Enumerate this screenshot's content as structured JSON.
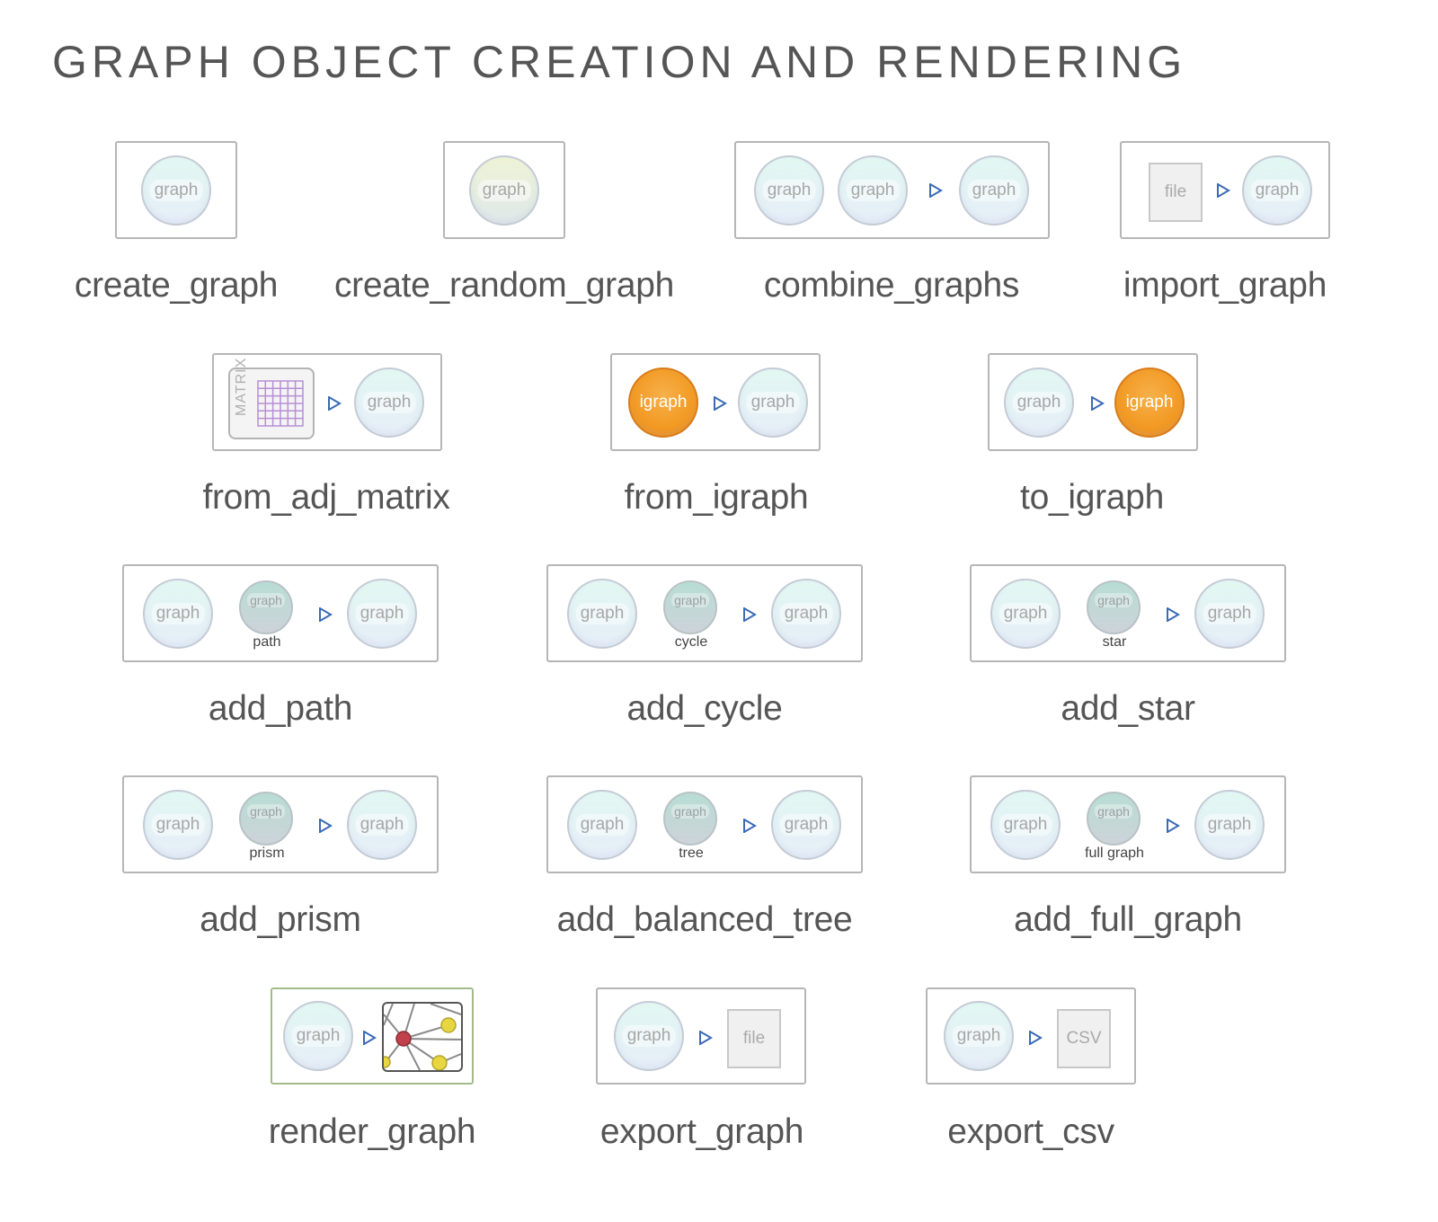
{
  "page": {
    "title": "GRAPH OBJECT CREATION AND RENDERING"
  },
  "labels": {
    "graph": "graph",
    "igraph": "igraph",
    "file": "file",
    "csv": "CSV",
    "matrix": "MATRIX"
  },
  "functions": {
    "create_graph": "create_graph",
    "create_random_graph": "create_random_graph",
    "combine_graphs": "combine_graphs",
    "import_graph": "import_graph",
    "from_adj_matrix": "from_adj_matrix",
    "from_igraph": "from_igraph",
    "to_igraph": "to_igraph",
    "add_path": "add_path",
    "add_cycle": "add_cycle",
    "add_star": "add_star",
    "add_prism": "add_prism",
    "add_balanced_tree": "add_balanced_tree",
    "add_full_graph": "add_full_graph",
    "render_graph": "render_graph",
    "export_graph": "export_graph",
    "export_csv": "export_csv"
  },
  "sublabels": {
    "path": "path",
    "cycle": "cycle",
    "star": "star",
    "prism": "prism",
    "tree": "tree",
    "full_graph": "full graph"
  },
  "colors": {
    "arrow": "#3b6bb5",
    "igraph_orange": "#f29a24",
    "render_border": "#a3bb8a",
    "node_red": "#c0414b",
    "node_yellow": "#e8d640"
  }
}
